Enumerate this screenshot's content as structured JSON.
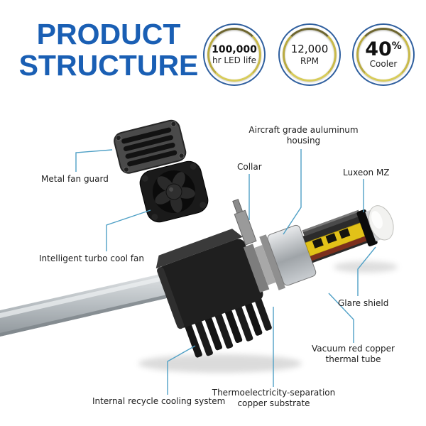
{
  "title": {
    "line1": "PRODUCT",
    "line2": "STRUCTURE"
  },
  "badges": [
    {
      "value": "100,000",
      "unit": "",
      "label": "hr LED life"
    },
    {
      "value": "12,000",
      "unit": "",
      "label": "RPM"
    },
    {
      "value": "40",
      "unit": "%",
      "label": "Cooler"
    }
  ],
  "labels": {
    "metal_fan_guard": "Metal fan guard",
    "intelligent_turbo_cool_fan": "Intelligent turbo cool fan",
    "aluminum_housing": "Aircraft grade auluminum housing",
    "collar": "Collar",
    "luxeon_mz": "Luxeon MZ",
    "glare_shield": "Glare shield",
    "vacuum_thermal_tube": "Vacuum red copper thermal tube",
    "copper_substrate": "Thermoelectricity-separation copper substrate",
    "internal_cooling": "Internal recycle cooling system"
  },
  "colors": {
    "title_blue": "#1a5fb4",
    "leader_line": "#4fa0c6",
    "badge_ring_outer": "#2f5f9e",
    "badge_ring_inner": "#c9ba4a",
    "led_yellow": "#e2c218",
    "copper_red": "#7c2f1d"
  }
}
